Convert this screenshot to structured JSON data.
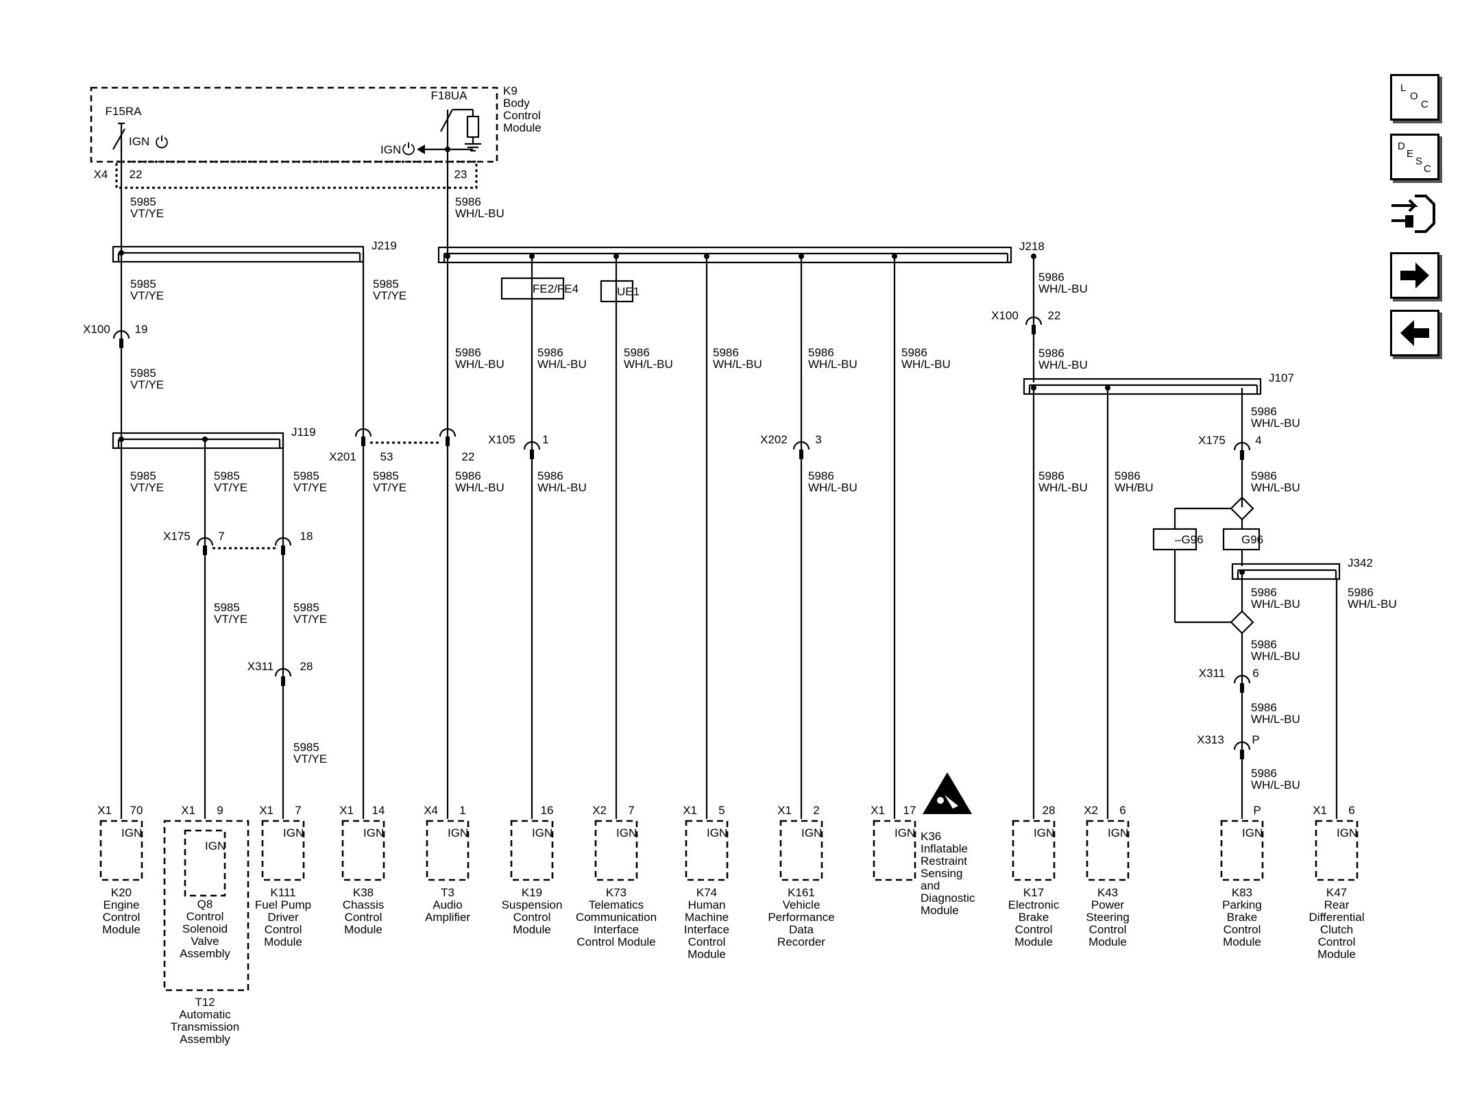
{
  "nav": {
    "loc": [
      "L",
      "O",
      "C"
    ],
    "desc": [
      "D",
      "E",
      "S",
      "C"
    ],
    "icons": [
      "location-view-icon",
      "description-view-icon",
      "connector-end-view-icon",
      "next-page-arrow-icon",
      "previous-page-arrow-icon"
    ]
  },
  "bcm": {
    "fuse1": "F15RA",
    "fuse2": "F18UA",
    "ign": "IGN",
    "power_symbol": "⏻",
    "lines": [
      "K9",
      "Body",
      "Control",
      "Module"
    ],
    "conn": "X4",
    "pin1": "22",
    "pin2": "23"
  },
  "wires": {
    "c5985": "5985",
    "vtye": "VT/YE",
    "c5986": "5986",
    "whlbu": "WH/L-BU",
    "whbu": "WH/BU"
  },
  "splices": {
    "j219": "J219",
    "j218": "J218",
    "j119": "J119",
    "j107": "J107",
    "j342": "J342"
  },
  "options": {
    "fe": "FE2/FE4",
    "ue": "UE1",
    "g96_not": "–G96",
    "g96": "G96"
  },
  "inline": {
    "x100_19": [
      "X100",
      "19"
    ],
    "x201": [
      "X201",
      "53",
      "22"
    ],
    "x175_l": [
      "X175",
      "7",
      "18"
    ],
    "x311_28": [
      "X311",
      "28"
    ],
    "x105": [
      "X105",
      "1"
    ],
    "x202": [
      "X202",
      "3"
    ],
    "x100_22": [
      "X100",
      "22"
    ],
    "x175_4": [
      "X175",
      "4"
    ],
    "x311_6": [
      "X311",
      "6"
    ],
    "x313": [
      "X313",
      "P"
    ]
  },
  "modules": [
    {
      "conn": "X1",
      "pin": "70",
      "ign": "IGN",
      "name": [
        "K20",
        "Engine",
        "Control",
        "Module"
      ]
    },
    {
      "conn": "X1",
      "pin": "9",
      "ign": "IGN",
      "name": [
        "Q8",
        "Control",
        "Solenoid",
        "Valve",
        "Assembly"
      ],
      "outer": [
        "T12",
        "Automatic",
        "Transmission",
        "Assembly"
      ]
    },
    {
      "conn": "X1",
      "pin": "7",
      "ign": "IGN",
      "name": [
        "K111",
        "Fuel Pump",
        "Driver",
        "Control",
        "Module"
      ]
    },
    {
      "conn": "X1",
      "pin": "14",
      "ign": "IGN",
      "name": [
        "K38",
        "Chassis",
        "Control",
        "Module"
      ]
    },
    {
      "conn": "X4",
      "pin": "1",
      "ign": "IGN",
      "name": [
        "T3",
        "Audio",
        "Amplifier"
      ]
    },
    {
      "conn": "",
      "pin": "16",
      "ign": "IGN",
      "name": [
        "K19",
        "Suspension",
        "Control",
        "Module"
      ]
    },
    {
      "conn": "X2",
      "pin": "7",
      "ign": "IGN",
      "name": [
        "K73",
        "Telematics",
        "Communication",
        "Interface",
        "Control Module"
      ]
    },
    {
      "conn": "X1",
      "pin": "5",
      "ign": "IGN",
      "name": [
        "K74",
        "Human",
        "Machine",
        "Interface",
        "Control",
        "Module"
      ]
    },
    {
      "conn": "X1",
      "pin": "2",
      "ign": "IGN",
      "name": [
        "K161",
        "Vehicle",
        "Performance",
        "Data",
        "Recorder"
      ]
    },
    {
      "conn": "X1",
      "pin": "17",
      "ign": "IGN",
      "name": [
        "K36",
        "Inflatable",
        "Restraint",
        "Sensing",
        "and",
        "Diagnostic",
        "Module"
      ]
    },
    {
      "conn": "",
      "pin": "28",
      "ign": "IGN",
      "name": [
        "K17",
        "Electronic",
        "Brake",
        "Control",
        "Module"
      ]
    },
    {
      "conn": "X2",
      "pin": "6",
      "ign": "IGN",
      "name": [
        "K43",
        "Power",
        "Steering",
        "Control",
        "Module"
      ]
    },
    {
      "conn": "",
      "pin": "P",
      "ign": "IGN",
      "name": [
        "K83",
        "Parking",
        "Brake",
        "Control",
        "Module"
      ]
    },
    {
      "conn": "X1",
      "pin": "6",
      "ign": "IGN",
      "name": [
        "K47",
        "Rear",
        "Differential",
        "Clutch",
        "Control",
        "Module"
      ]
    }
  ]
}
